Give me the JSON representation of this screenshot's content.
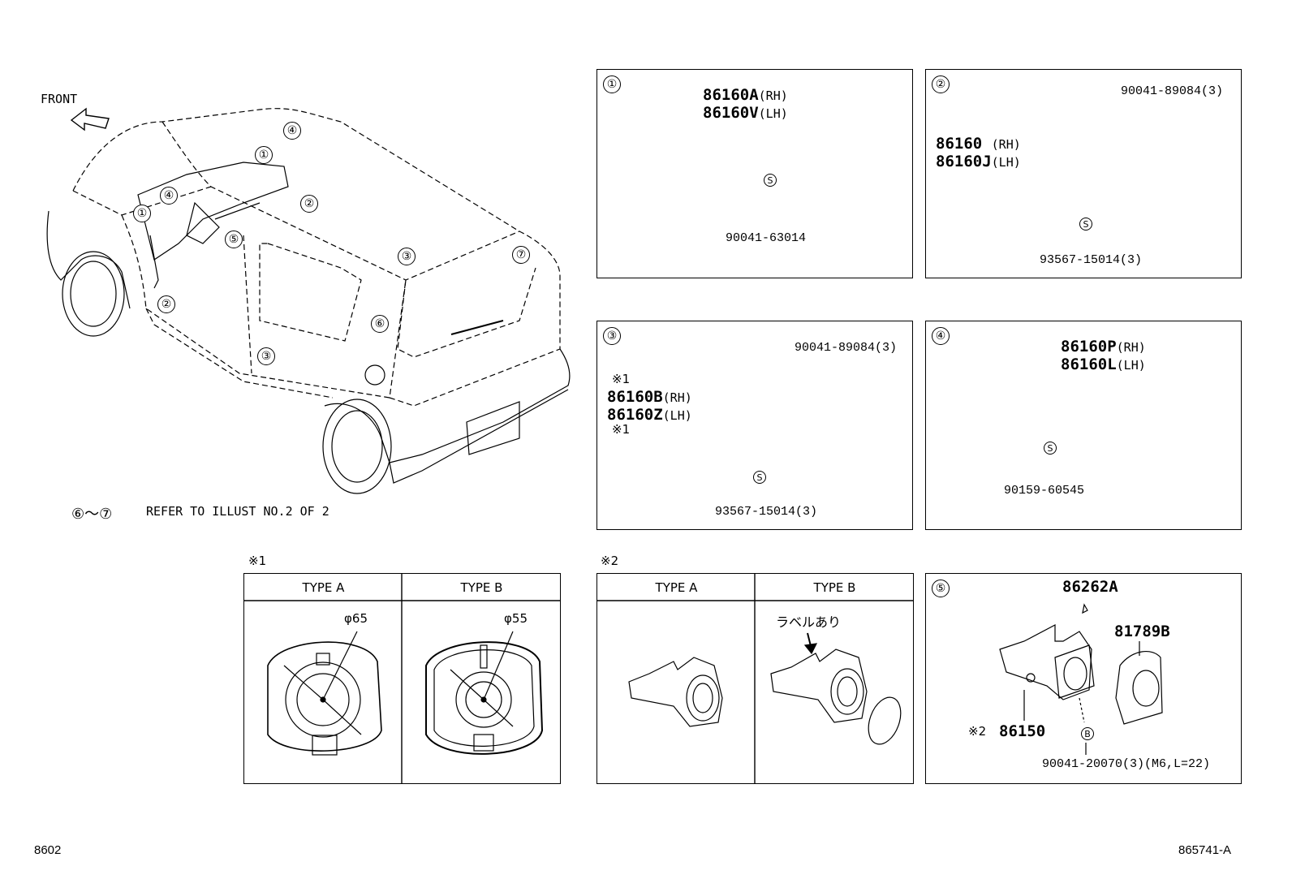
{
  "overview": {
    "front_label": "FRONT",
    "callouts": [
      "①",
      "②",
      "③",
      "④",
      "⑤",
      "⑥",
      "⑦"
    ],
    "refer_note": "REFER TO ILLUST NO.2 OF 2",
    "refer_range": "⑥～⑦"
  },
  "panel1": {
    "index": "①",
    "part_rh": "86160A",
    "suffix_rh": "(RH)",
    "part_lh": "86160V",
    "suffix_lh": "(LH)",
    "screw_symbol": "S",
    "screw_part": "90041-63014"
  },
  "panel2": {
    "index": "②",
    "part_rh": "86160 ",
    "suffix_rh": "(RH)",
    "part_lh": "86160J",
    "suffix_lh": "(LH)",
    "clip_part": "90041-89084(3)",
    "screw_symbol": "S",
    "screw_part": "93567-15014(3)"
  },
  "panel3": {
    "index": "③",
    "note_mark_top": "※1",
    "part_rh": "86160B",
    "suffix_rh": "(RH)",
    "part_lh": "86160Z",
    "suffix_lh": "(LH)",
    "note_mark_bottom": "※1",
    "clip_part": "90041-89084(3)",
    "screw_symbol": "S",
    "screw_part": "93567-15014(3)"
  },
  "panel4": {
    "index": "④",
    "part_rh": "86160P",
    "suffix_rh": "(RH)",
    "part_lh": "86160L",
    "suffix_lh": "(LH)",
    "screw_symbol": "S",
    "screw_part": "90159-60545"
  },
  "panel5": {
    "index": "⑤",
    "part_top": "86262A",
    "part_cover": "81789B",
    "note_mark": "※2",
    "part_main": "86150",
    "bolt_symbol": "B",
    "bolt_part": "90041-20070(3)(M6,L=22)"
  },
  "table1": {
    "mark": "※1",
    "type_a": "TYPE A",
    "type_b": "TYPE B",
    "dim_a": "φ65",
    "dim_b": "φ55"
  },
  "table2": {
    "mark": "※2",
    "type_a": "TYPE A",
    "type_b": "TYPE B",
    "label_note": "ラベルあり"
  },
  "footer": {
    "left_code": "8602",
    "right_code": "865741-A"
  }
}
